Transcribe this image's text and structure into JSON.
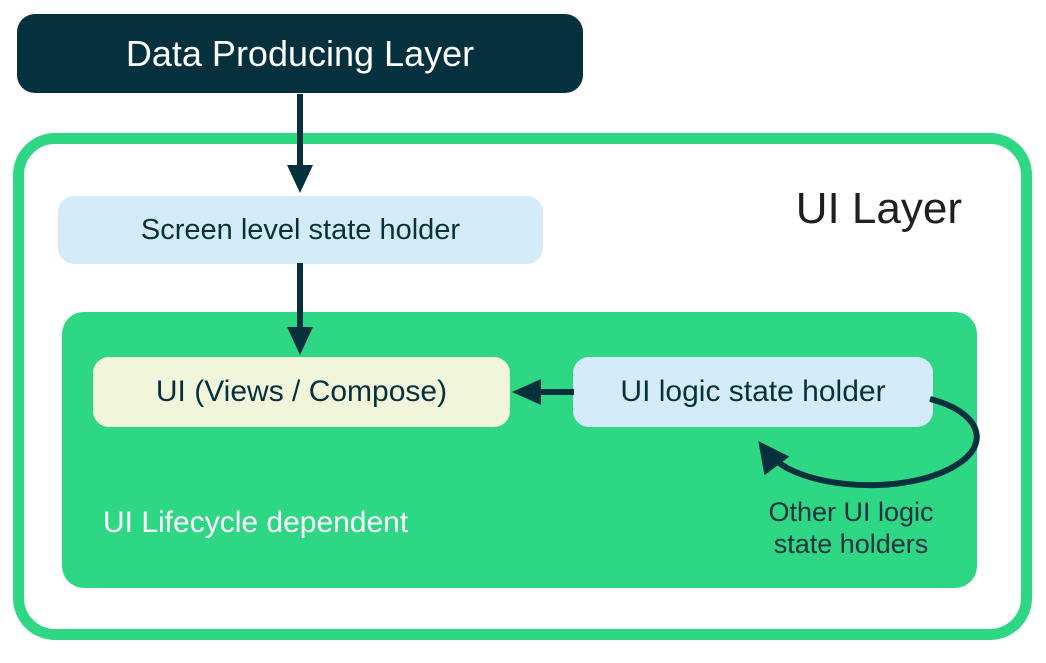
{
  "colors": {
    "dark_teal": "#05313f",
    "green": "#2ed784",
    "light_blue": "#d4ecf9",
    "cream": "#f1f5d9",
    "white": "#ffffff",
    "title_text": "#1f1f1f"
  },
  "nodes": {
    "data_producing_layer": {
      "label": "Data Producing Layer"
    },
    "ui_layer": {
      "label": "UI Layer"
    },
    "screen_level_state_holder": {
      "label": "Screen level state holder"
    },
    "ui_views_compose": {
      "label": "UI (Views / Compose)"
    },
    "ui_logic_state_holder": {
      "label": "UI logic state holder"
    },
    "ui_lifecycle_dependent": {
      "label": "UI Lifecycle dependent"
    },
    "other_ui_logic_state_holders": {
      "line1": "Other UI logic",
      "line2": "state holders"
    }
  },
  "edges": [
    {
      "from": "data_producing_layer",
      "to": "screen_level_state_holder",
      "style": "straight-down"
    },
    {
      "from": "screen_level_state_holder",
      "to": "ui_views_compose",
      "style": "straight-down"
    },
    {
      "from": "ui_logic_state_holder",
      "to": "ui_views_compose",
      "style": "straight-left"
    },
    {
      "from": "ui_logic_state_holder",
      "to": "ui_logic_state_holder",
      "style": "self-loop"
    }
  ]
}
